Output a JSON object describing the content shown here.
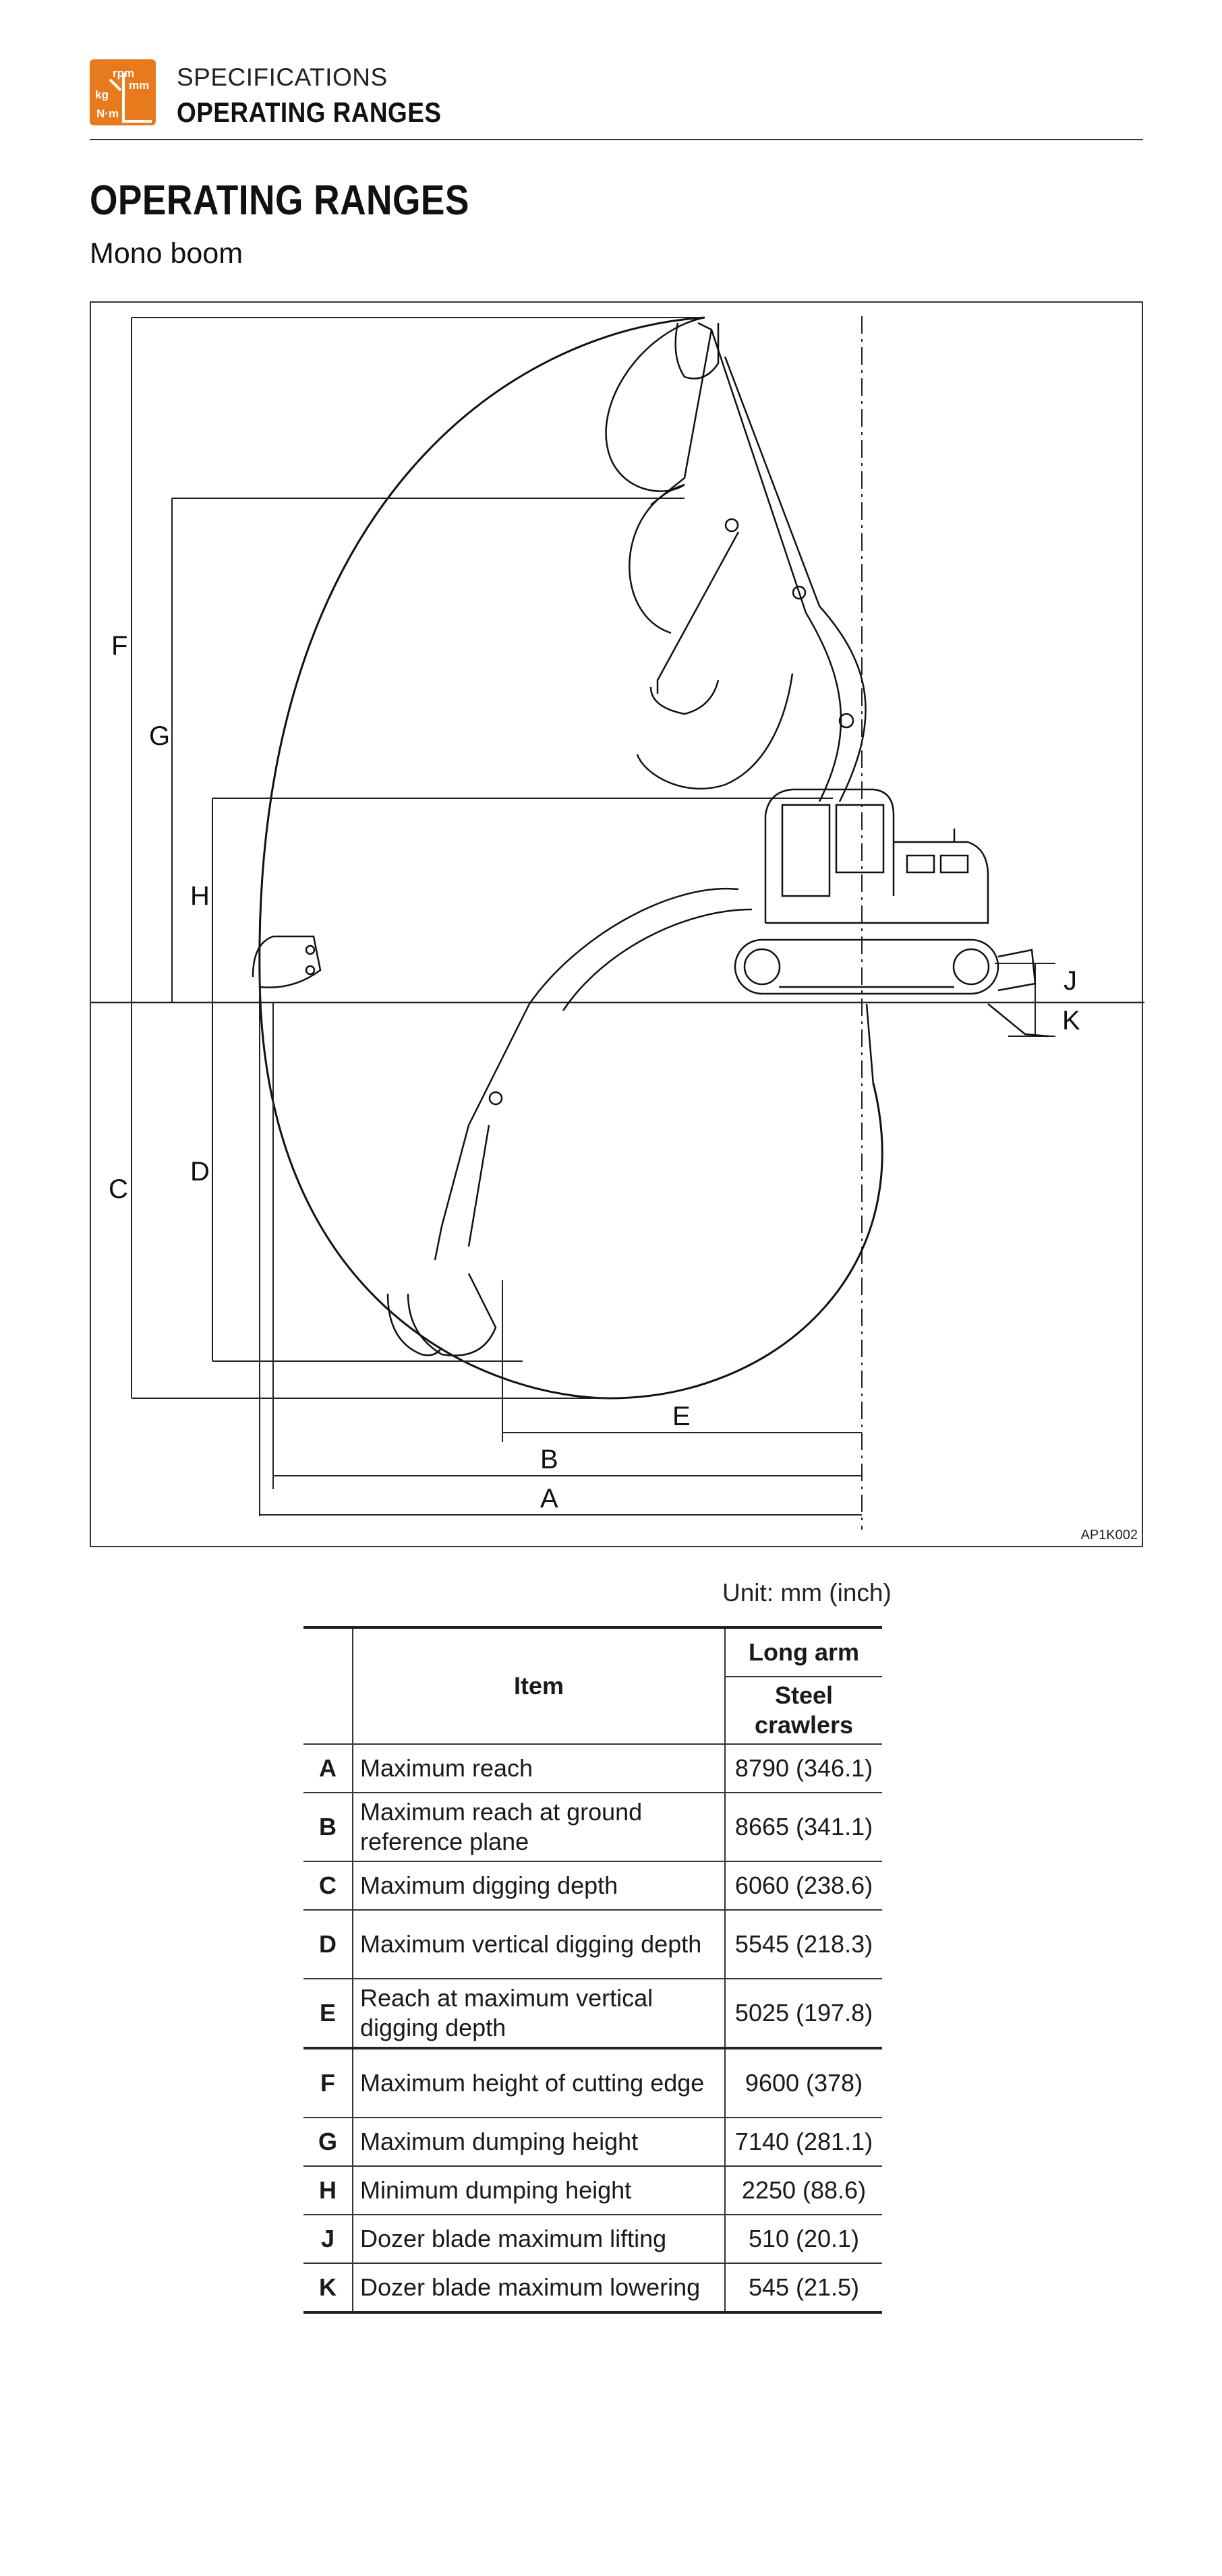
{
  "header": {
    "icon": "units-icon",
    "icon_text": [
      "rpm",
      "mm",
      "kg",
      "N·m"
    ],
    "section": "SPECIFICATIONS",
    "title": "OPERATING RANGES"
  },
  "page_title": "OPERATING RANGES",
  "section_title": "Mono boom",
  "diagram": {
    "labels": [
      "A",
      "B",
      "C",
      "D",
      "E",
      "F",
      "G",
      "H",
      "J",
      "K"
    ],
    "code": "AP1K002"
  },
  "unit": "Unit: mm (inch)",
  "table": {
    "header_item": "Item",
    "header_group": "Long arm",
    "header_sub": "Steel crawlers",
    "rows": [
      {
        "key": "A",
        "item": "Maximum reach",
        "value": "8790 (346.1)"
      },
      {
        "key": "B",
        "item": "Maximum reach at ground reference plane",
        "value": "8665 (341.1)"
      },
      {
        "key": "C",
        "item": "Maximum digging depth",
        "value": "6060 (238.6)"
      },
      {
        "key": "D",
        "item": "Maximum vertical digging depth",
        "value": "5545 (218.3)"
      },
      {
        "key": "E",
        "item": "Reach at maximum vertical digging depth",
        "value": "5025 (197.8)"
      },
      {
        "key": "F",
        "item": "Maximum height of cutting edge",
        "value": "9600 (378)"
      },
      {
        "key": "G",
        "item": "Maximum dumping height",
        "value": "7140 (281.1)"
      },
      {
        "key": "H",
        "item": "Minimum dumping height",
        "value": "2250 (88.6)"
      },
      {
        "key": "J",
        "item": "Dozer blade maximum lifting",
        "value": "510 (20.1)"
      },
      {
        "key": "K",
        "item": "Dozer blade maximum lowering",
        "value": "545 (21.5)"
      }
    ]
  }
}
